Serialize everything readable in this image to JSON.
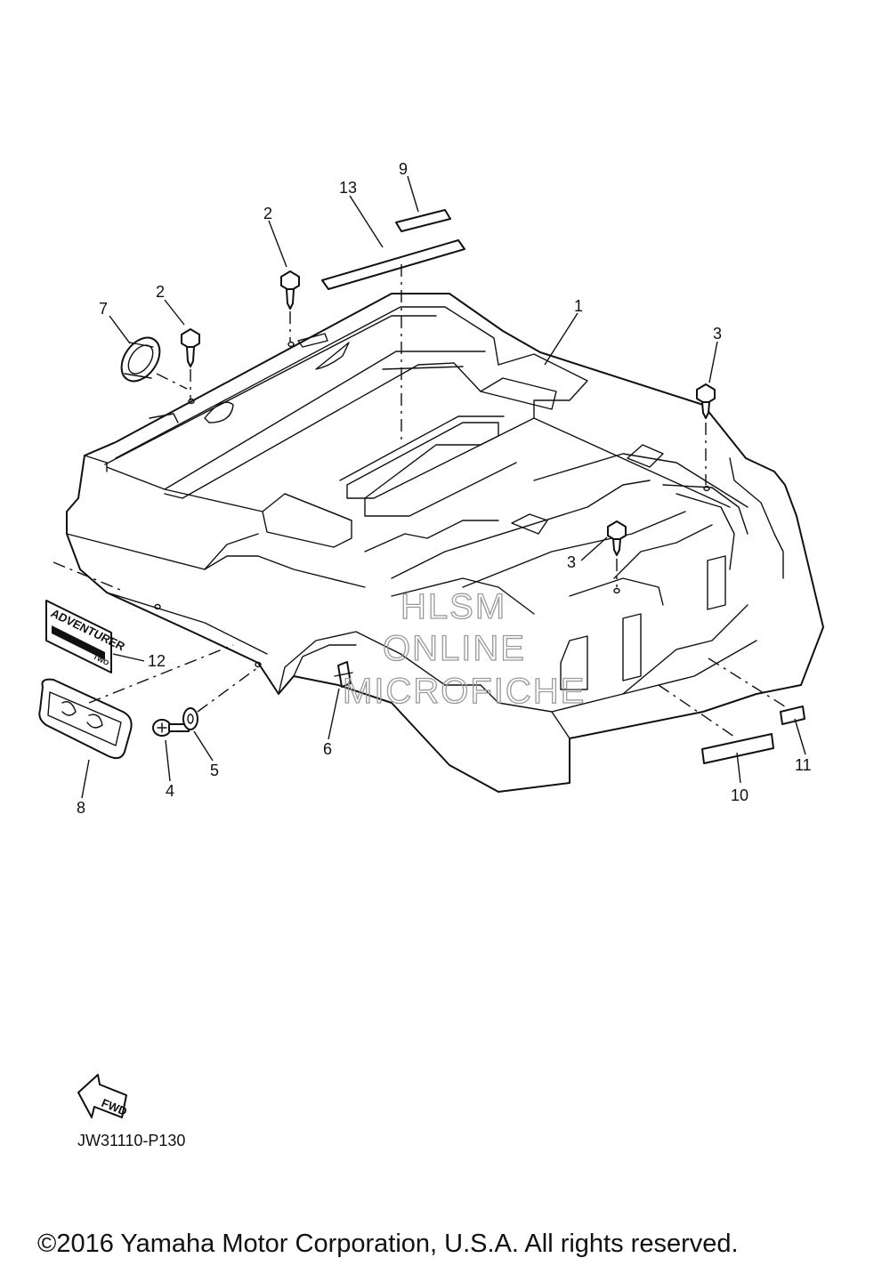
{
  "callouts": [
    {
      "id": "1",
      "label": "1"
    },
    {
      "id": "2a",
      "label": "2"
    },
    {
      "id": "2b",
      "label": "2"
    },
    {
      "id": "3a",
      "label": "3"
    },
    {
      "id": "3b",
      "label": "3"
    },
    {
      "id": "4",
      "label": "4"
    },
    {
      "id": "5",
      "label": "5"
    },
    {
      "id": "6",
      "label": "6"
    },
    {
      "id": "7",
      "label": "7"
    },
    {
      "id": "8",
      "label": "8"
    },
    {
      "id": "9",
      "label": "9"
    },
    {
      "id": "10",
      "label": "10"
    },
    {
      "id": "11",
      "label": "11"
    },
    {
      "id": "12",
      "label": "12"
    },
    {
      "id": "13",
      "label": "13"
    }
  ],
  "watermark": {
    "line1": "HLSM",
    "line2": "ONLINE",
    "line3": "MICROFICHE"
  },
  "decal_12_text": {
    "main": "ADVENTURER",
    "sub": "TWO"
  },
  "fwd_label": "FWD",
  "diagram_code": "JW31110-P130",
  "copyright": "©2016 Yamaha Motor Corporation, U.S.A. All rights reserved."
}
